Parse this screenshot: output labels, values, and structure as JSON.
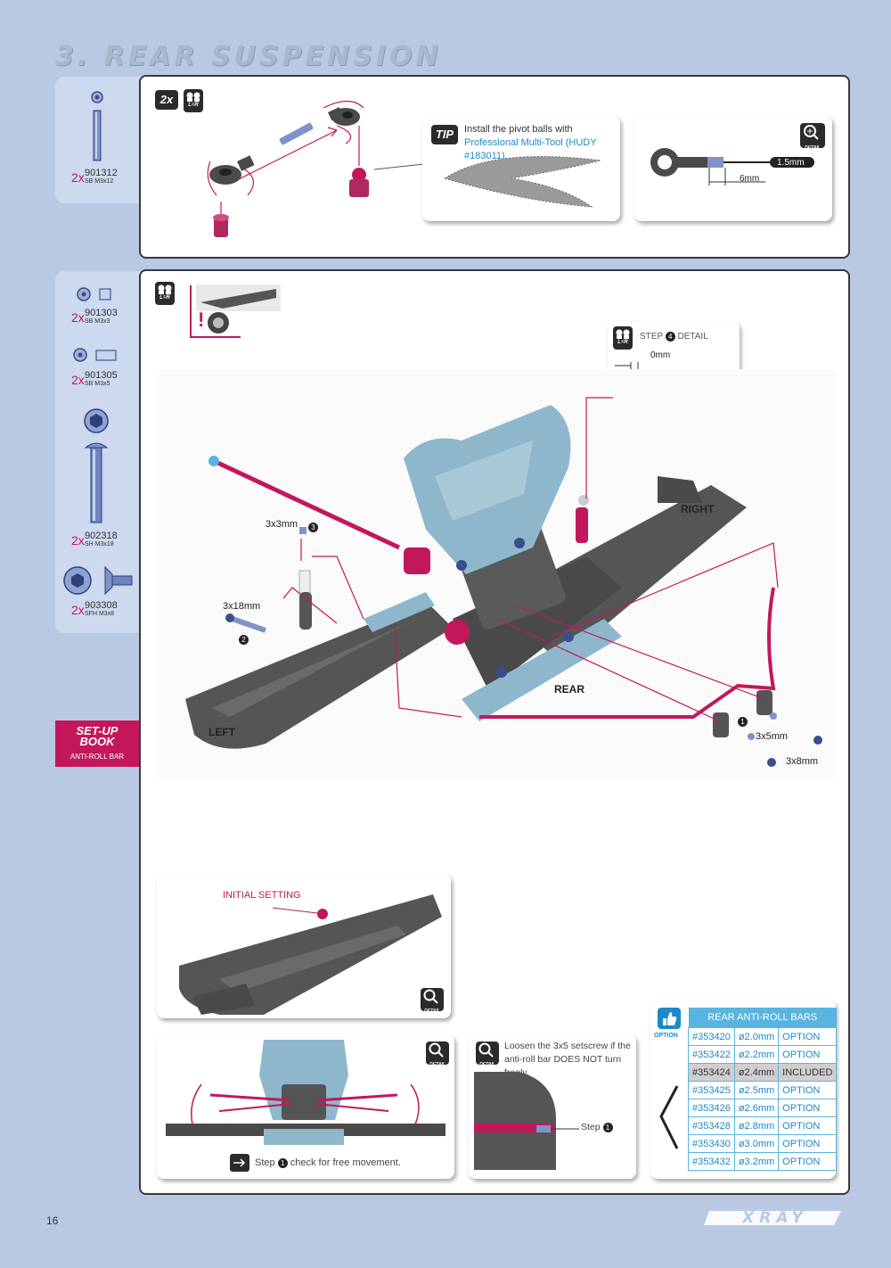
{
  "header": {
    "title": "3. REAR SUSPENSION"
  },
  "parts_top": [
    {
      "qty": "2x",
      "code": "901312",
      "desc": "SB M3x12"
    }
  ],
  "parts_main": [
    {
      "qty": "2x",
      "code": "901303",
      "desc": "SB M3x3"
    },
    {
      "qty": "2x",
      "code": "901305",
      "desc": "SB M3x5"
    },
    {
      "qty": "2x",
      "code": "902318",
      "desc": "SH M3x18"
    },
    {
      "qty": "2x",
      "code": "903308",
      "desc": "SFH M3x8"
    }
  ],
  "setup_book": {
    "line1": "SET-UP",
    "line2": "BOOK",
    "sub": "ANTI-ROLL BAR"
  },
  "step1": {
    "badge_2x": "2x",
    "lr_badge": "L=R",
    "tip_badge": "TIP",
    "tip_text_plain": "Install the pivot balls with ",
    "tip_text_link": "Professional Multi-Tool (HUDY #183011)",
    "tip_text_end": ".",
    "detail_badge": "DETAIL",
    "dim_tool": "1.5mm",
    "dim_len": "6mm"
  },
  "step2": {
    "lr_badge": "L=R",
    "step_detail_label": "STEP",
    "step_detail_num": "4",
    "step_detail_suffix": "DETAIL",
    "dim_zero": "0mm",
    "detail_badge": "DETAIL",
    "labels": {
      "screw_3x3": "3x3mm",
      "num_3": "3",
      "screw_3x18": "3x18mm",
      "num_2": "2",
      "right": "RIGHT",
      "rear": "REAR",
      "left": "LEFT",
      "num_1": "1",
      "screw_3x5": "3x5mm",
      "screw_3x8": "3x8mm"
    },
    "initial_setting": "INITIAL SETTING",
    "check_text_pre": "Step",
    "check_num": "1",
    "check_text_post": "check for free movement.",
    "loosen_text": "Loosen the 3x5 setscrew if the anti-roll bar DOES NOT turn freely.",
    "step_label": "Step",
    "step_num": "1"
  },
  "anti_roll_table": {
    "option_label": "OPTION",
    "title": "REAR ANTI-ROLL BARS",
    "rows": [
      {
        "part": "#353420",
        "size": "ø2.0mm",
        "status": "OPTION"
      },
      {
        "part": "#353422",
        "size": "ø2.2mm",
        "status": "OPTION"
      },
      {
        "part": "#353424",
        "size": "ø2.4mm",
        "status": "INCLUDED"
      },
      {
        "part": "#353425",
        "size": "ø2.5mm",
        "status": "OPTION"
      },
      {
        "part": "#353426",
        "size": "ø2.6mm",
        "status": "OPTION"
      },
      {
        "part": "#353428",
        "size": "ø2.8mm",
        "status": "OPTION"
      },
      {
        "part": "#353430",
        "size": "ø3.0mm",
        "status": "OPTION"
      },
      {
        "part": "#353432",
        "size": "ø3.2mm",
        "status": "OPTION"
      }
    ]
  },
  "footer": {
    "page": "16",
    "brand": "XRAY"
  },
  "colors": {
    "accent": "#c2185b",
    "link": "#1e88c8",
    "background": "#b9c9e3",
    "part_grey": "#4a4a4a",
    "part_blue": "#8fb7cc"
  }
}
